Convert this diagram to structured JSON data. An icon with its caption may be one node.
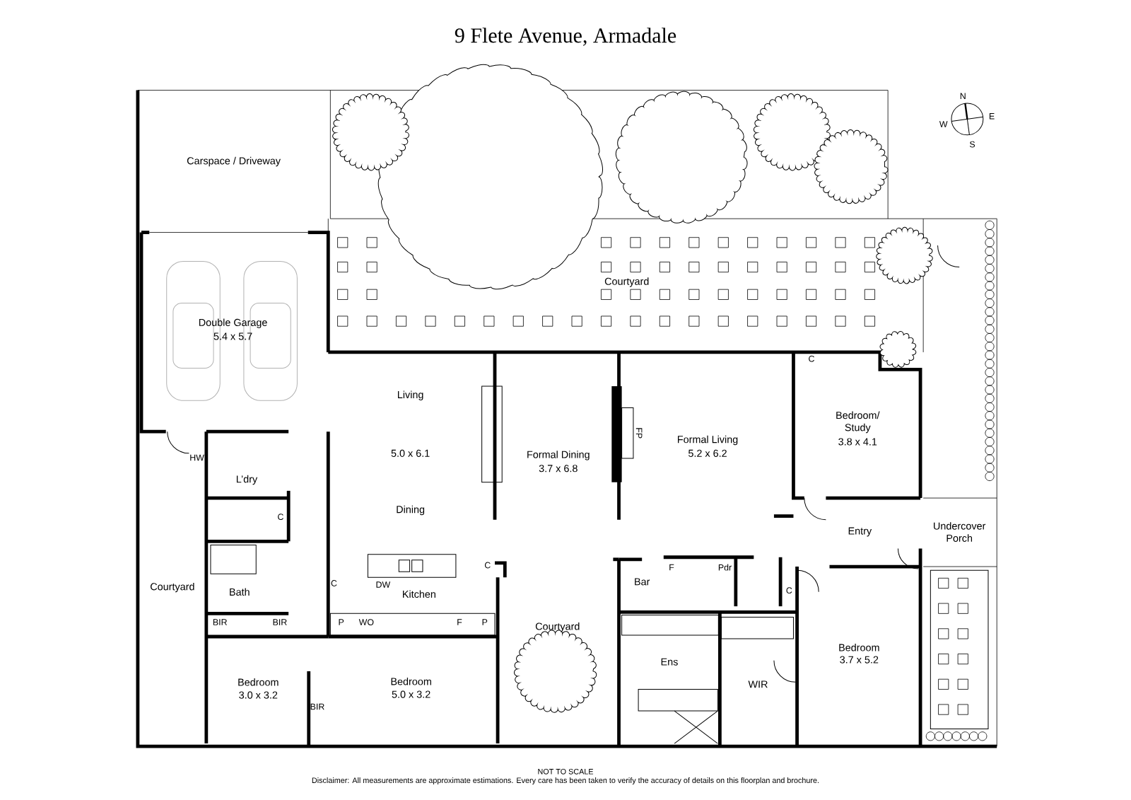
{
  "diagram": {
    "title": "9 Flete Avenue, Armadale",
    "labels": [
      "Carspace / Driveway",
      "Double Garage",
      "5.4 x 5.7",
      "Courtyard",
      "Living",
      "5.0 x 6.1",
      "Dining",
      "Formal Dining",
      "3.7 x 6.8",
      "FP",
      "Formal Living",
      "5.2 x 6.2",
      "Bedroom/ Study",
      "3.8 x 4.1",
      "C",
      "HW",
      "L’dry",
      "C",
      "Bath",
      "BIR",
      "BIR",
      "C",
      "DW",
      "Kitchen",
      "C",
      "P",
      "WO",
      "F",
      "P",
      "Courtyard",
      "Courtyard",
      "Bar",
      "F",
      "Pdr",
      "C",
      "Entry",
      "Undercover Porch",
      "Ens",
      "WIR",
      "Bedroom",
      "3.7 x 5.2",
      "Bedroom",
      "3.0 x 3.2",
      "Bedroom",
      "5.0 x 3.2",
      "BIR",
      "N",
      "E",
      "S",
      "W",
      "NOT TO SCALE",
      "Disclaimer: All measurements are approximate estimations. Every care has been taken to verify the accuracy of details on this floorplan and brochure."
    ]
  }
}
